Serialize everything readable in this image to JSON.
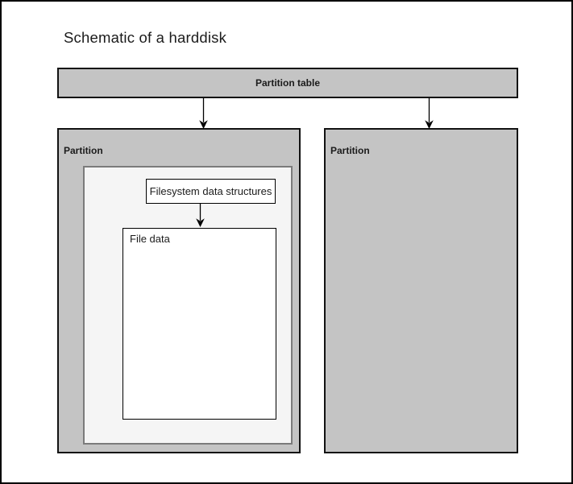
{
  "title": "Schematic of a harddisk",
  "partition_table": {
    "label": "Partition table"
  },
  "partitions": [
    {
      "label": "Partition"
    },
    {
      "label": "Partition"
    }
  ],
  "filesystem_box": {
    "label": "Filesystem data structures"
  },
  "file_data_box": {
    "label": "File data"
  },
  "colors": {
    "partition-fill": "#c4c4c4",
    "inner-fill": "#f5f5f5",
    "white-fill": "#ffffff",
    "dark-border": "#121212",
    "inner-border": "#7b7b7b",
    "text-color": "#1b1b1b"
  }
}
